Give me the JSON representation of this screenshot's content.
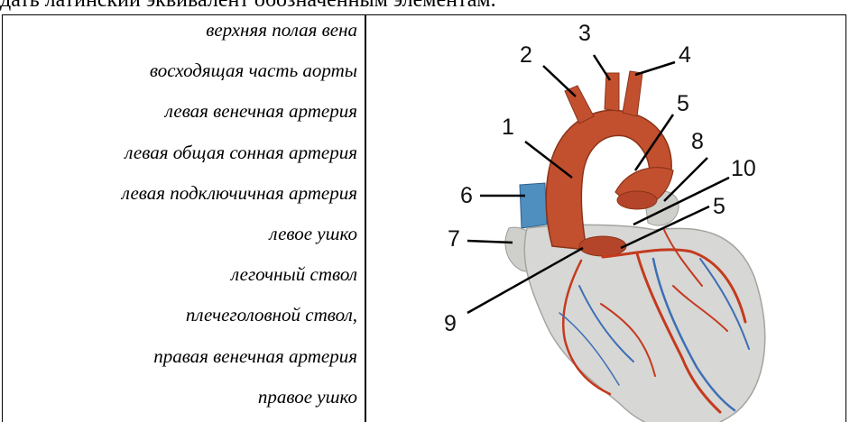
{
  "heading": "дать латинский эквивалент обозначенным элементам.",
  "terms": [
    "верхняя полая вена",
    "восходящая часть аорты",
    "левая венечная артерия",
    "левая общая сонная артерия",
    "левая подключичная артерия",
    "левое ушко",
    "легочный ствол",
    "плечеголовной ствол,",
    "правая венечная артерия",
    "правое ушко"
  ],
  "figure": {
    "callouts": [
      "1",
      "2",
      "3",
      "4",
      "5",
      "6",
      "7",
      "8",
      "9",
      "10",
      "5"
    ],
    "colors": {
      "aorta": "#c2502f",
      "vena_cava": "#4f8fc0",
      "myocardium": "#d7d7d5",
      "artery": "#c43a1e",
      "vein": "#3d6fb5"
    }
  }
}
